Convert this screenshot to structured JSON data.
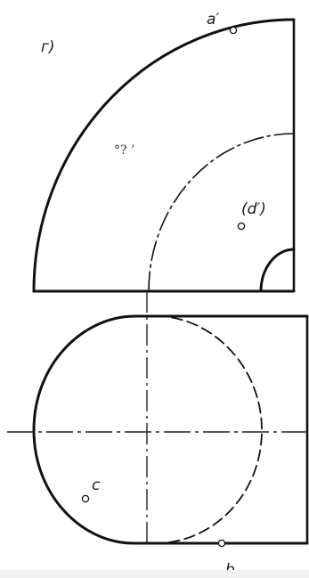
{
  "figure": {
    "panel_label": "г)",
    "point_a_prime": "a′",
    "point_d_prime": "(d′)",
    "point_c": "c",
    "point_b": "b",
    "scan_artifact": "°? ’"
  },
  "colors": {
    "stroke": "#111111",
    "background": "#ffffff",
    "page_edge": "#f1f1f1"
  }
}
